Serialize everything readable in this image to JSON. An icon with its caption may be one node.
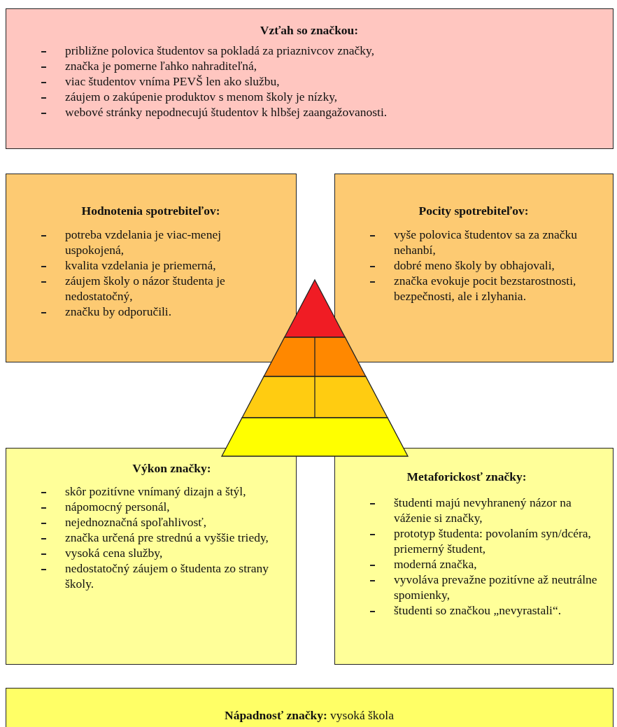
{
  "diagram": {
    "nodes": [
      {
        "text": [
          "Vzťah so značkou:",
          "približne polovica študentov sa pokladá za priaznivcov značky,",
          "značka je pomerne ľahko nahraditeľná,",
          "viac študentov vníma PEVŠ len ako službu,",
          "záujem o zakúpenie produktov s menom školy je nízky,",
          "webové stránky nepodnecujú študentov k hlbšej zaangažovanosti."
        ]
      },
      {
        "text": [
          "Hodnotenia spotrebiteľov:",
          "potreba vzdelania je viac-menej uspokojená,",
          "kvalita vzdelania je priemerná,",
          "záujem školy o názor študenta je nedostatočný,",
          "značku by odporučili."
        ]
      },
      {
        "text": [
          "Pocity spotrebiteľov:",
          "vyše polovica študentov sa za značku nehanbí,",
          "dobré meno školy by obhajovali,",
          "značka evokuje pocit bezstarostnosti, bezpečnosti, ale i zlyhania."
        ]
      },
      {
        "text": [
          "Výkon značky:",
          "skôr pozitívne vnímaný dizajn a štýl,",
          "nápomocný personál,",
          "nejednoznačná spoľahlivosť,",
          "značka určená pre strednú a vyššie triedy,",
          "vysoká cena služby,",
          "nedostatočný záujem o študenta zo strany školy."
        ]
      },
      {
        "text": [
          "Metaforickosť značky:",
          "študenti majú nevyhranený názor na váženie si značky,",
          "prototyp študenta: povolaním syn/dcéra, priemerný študent,",
          "moderná značka,",
          "vyvoláva prevažne pozitívne až neutrálne spomienky,",
          "študenti so značkou „nevyrastali“."
        ]
      },
      {
        "text": [
          "**Nápadnosť značky:** vysoká škola"
        ]
      }
    ]
  }
}
